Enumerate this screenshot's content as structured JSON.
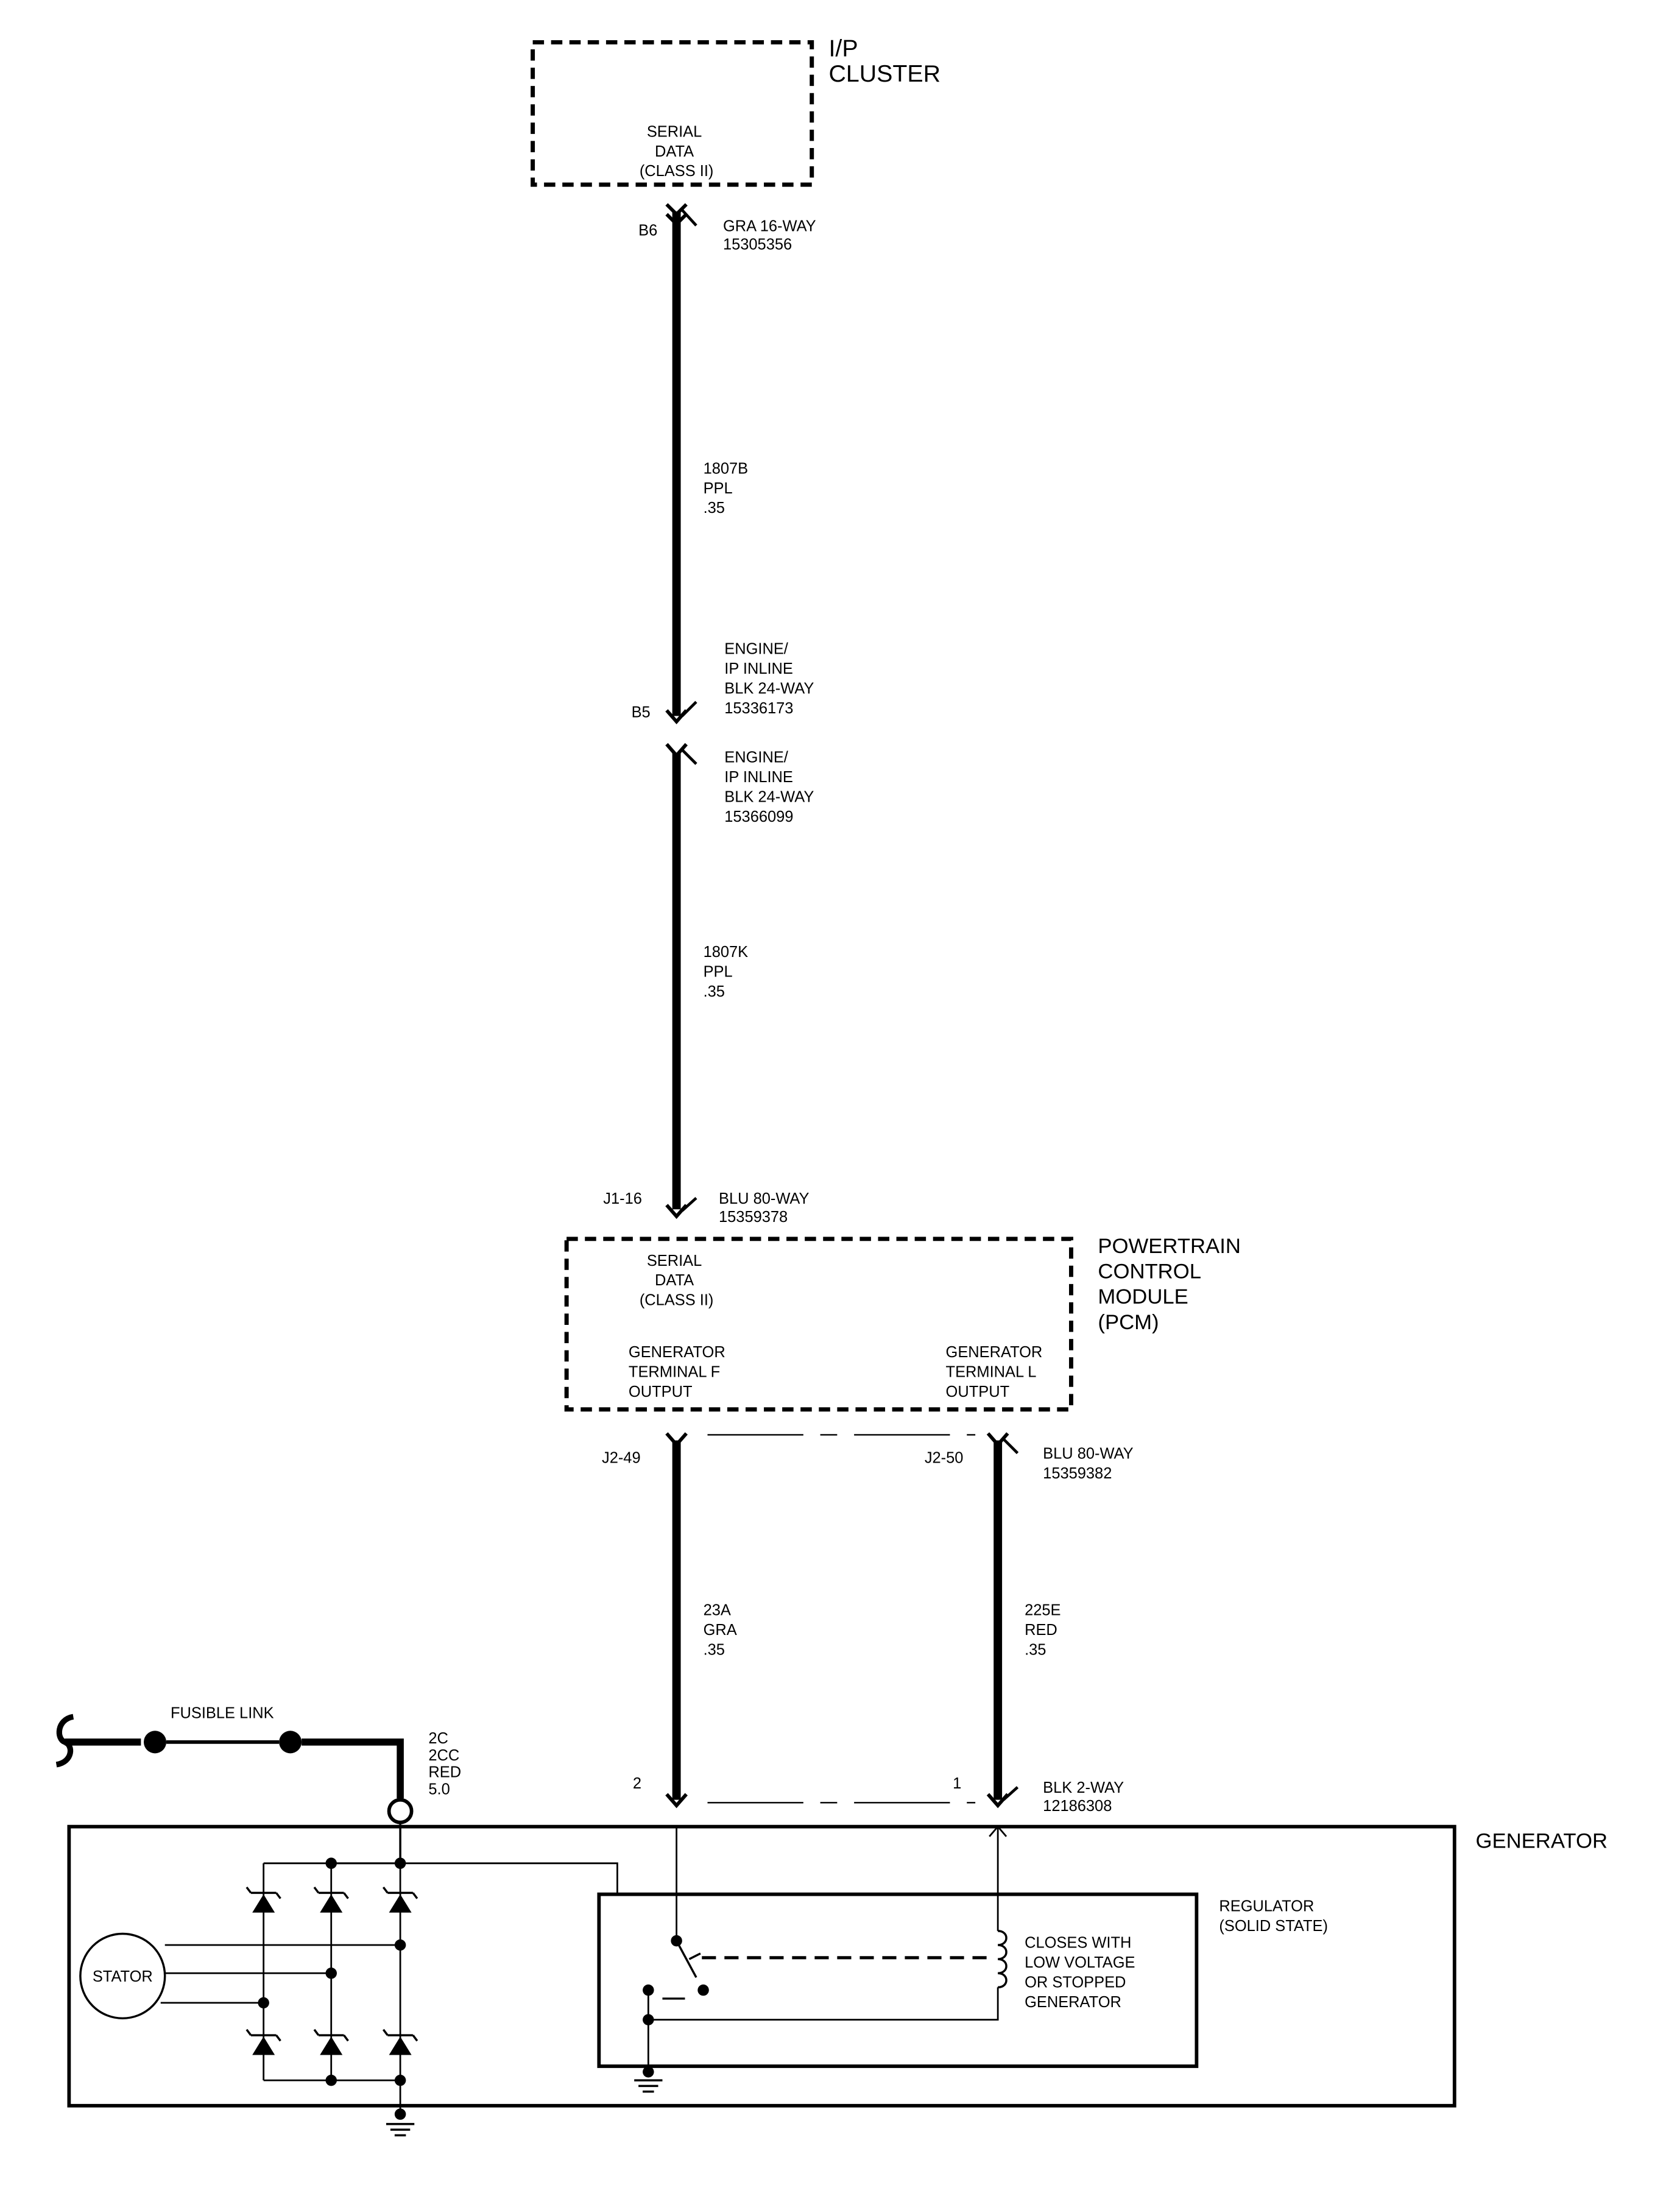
{
  "ip_cluster": {
    "title_line1": "I/P",
    "title_line2": "CLUSTER",
    "serial_line1": "SERIAL",
    "serial_line2": "DATA",
    "serial_line3": "(CLASS II)"
  },
  "connector_b6": {
    "pin": "B6",
    "desc_line1": "GRA 16-WAY",
    "desc_line2": "15305356"
  },
  "wire_1807b": {
    "circuit": "1807B",
    "color": "PPL",
    "gauge": ".35"
  },
  "connector_b5_upper": {
    "pin": "B5",
    "desc_line1": "ENGINE/",
    "desc_line2": "IP INLINE",
    "desc_line3": "BLK 24-WAY",
    "desc_line4": "15336173"
  },
  "connector_b5_lower": {
    "desc_line1": "ENGINE/",
    "desc_line2": "IP INLINE",
    "desc_line3": "BLK 24-WAY",
    "desc_line4": "15366099"
  },
  "wire_1807k": {
    "circuit": "1807K",
    "color": "PPL",
    "gauge": ".35"
  },
  "connector_j1": {
    "pin": "J1-16",
    "desc_line1": "BLU 80-WAY",
    "desc_line2": "15359378"
  },
  "pcm": {
    "title_line1": "POWERTRAIN",
    "title_line2": "CONTROL",
    "title_line3": "MODULE",
    "title_line4": "(PCM)",
    "serial_line1": "SERIAL",
    "serial_line2": "DATA",
    "serial_line3": "(CLASS II)",
    "gen_f_line1": "GENERATOR",
    "gen_f_line2": "TERMINAL F",
    "gen_f_line3": "OUTPUT",
    "gen_l_line1": "GENERATOR",
    "gen_l_line2": "TERMINAL L",
    "gen_l_line3": "OUTPUT"
  },
  "connector_j2": {
    "pin_left": "J2-49",
    "pin_right": "J2-50",
    "desc_line1": "BLU 80-WAY",
    "desc_line2": "15359382"
  },
  "wire_23a": {
    "circuit": "23A",
    "color": "GRA",
    "gauge": ".35"
  },
  "wire_225e": {
    "circuit": "225E",
    "color": "RED",
    "gauge": ".35"
  },
  "fusible_link": {
    "label": "FUSIBLE LINK",
    "circuit_line1": "2C",
    "circuit_line2": "2CC",
    "color": "RED",
    "gauge": "5.0"
  },
  "connector_gen": {
    "pin_left": "2",
    "pin_right": "1",
    "desc_line1": "BLK 2-WAY",
    "desc_line2": "12186308"
  },
  "generator": {
    "title": "GENERATOR",
    "regulator_line1": "REGULATOR",
    "regulator_line2": "(SOLID STATE)",
    "stator": "STATOR",
    "relay_line1": "CLOSES WITH",
    "relay_line2": "LOW VOLTAGE",
    "relay_line3": "OR STOPPED",
    "relay_line4": "GENERATOR"
  }
}
